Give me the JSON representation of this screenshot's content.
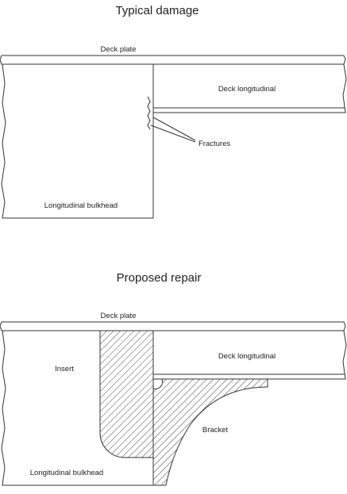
{
  "top": {
    "title": "Typical damage",
    "deck_plate": "Deck plate",
    "deck_longitudinal": "Deck longitudinal",
    "fractures": "Fractures",
    "longitudinal_bulkhead": "Longitudinal bulkhead"
  },
  "bottom": {
    "title": "Proposed repair",
    "deck_plate": "Deck plate",
    "deck_longitudinal": "Deck longitudinal",
    "insert": "Insert",
    "bracket": "Bracket",
    "longitudinal_bulkhead": "Longitudinal bulkhead"
  }
}
